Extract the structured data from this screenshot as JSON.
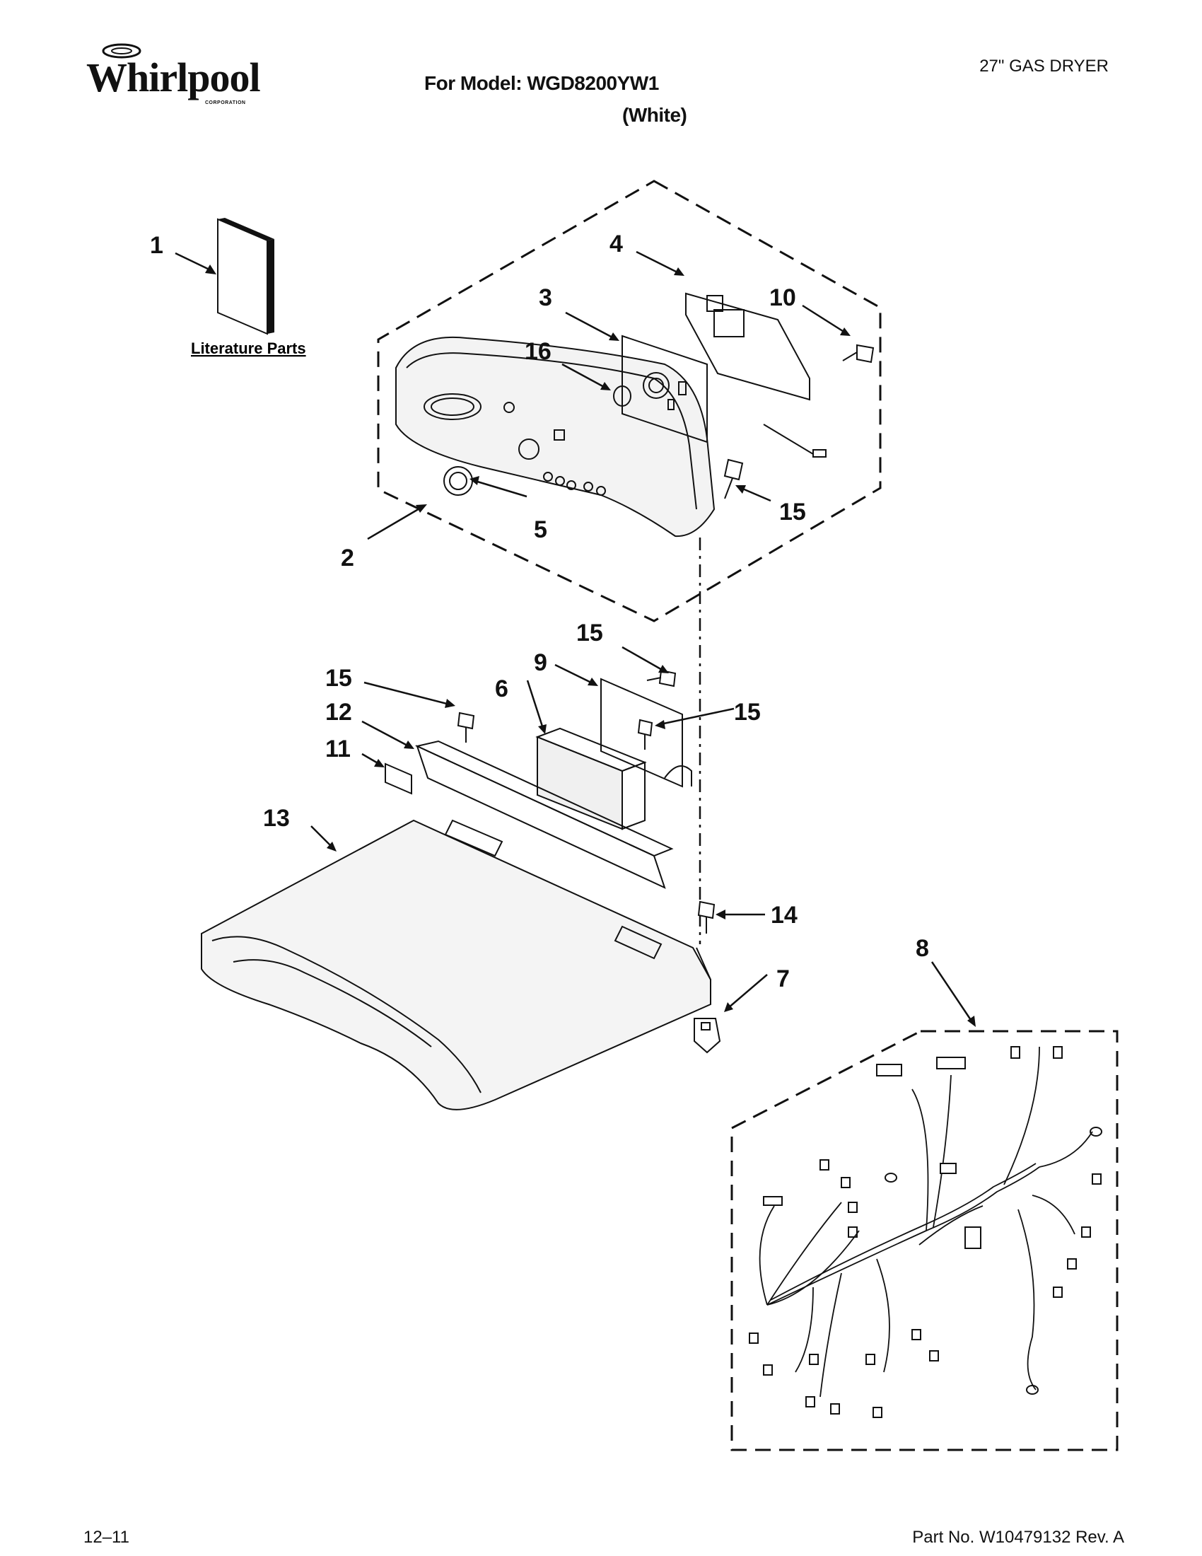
{
  "header": {
    "brand": "Whirlpool",
    "brand_sub": "CORPORATION",
    "model_line": "For Model: WGD8200YW1",
    "color_line": "(White)",
    "product": "27\" GAS DRYER"
  },
  "literature_label": "Literature Parts",
  "callouts": [
    "1",
    "2",
    "3",
    "4",
    "5",
    "6",
    "7",
    "8",
    "9",
    "10",
    "11",
    "12",
    "13",
    "14",
    "15",
    "15",
    "15",
    "15",
    "16"
  ],
  "footer": {
    "date": "12–11",
    "part_no": "Part No. W10479132 Rev. A"
  }
}
